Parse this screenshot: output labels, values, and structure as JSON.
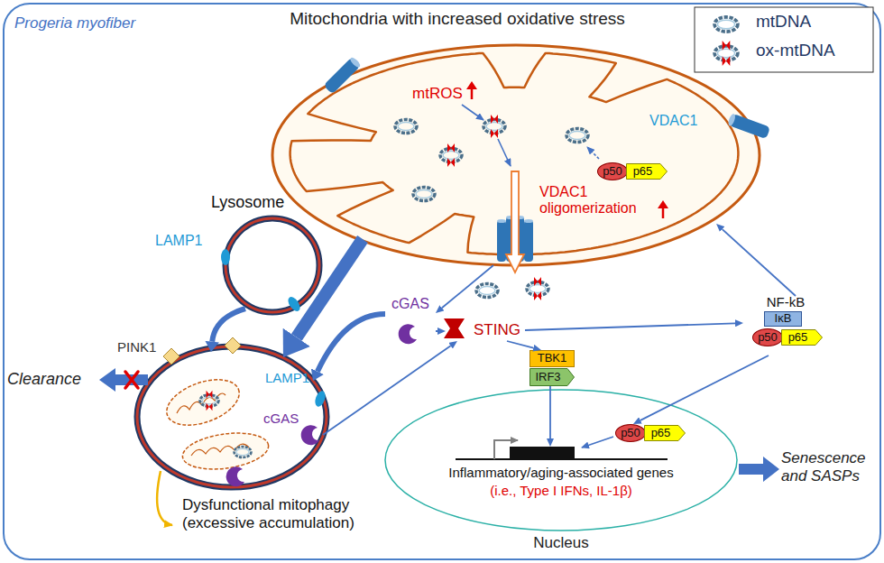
{
  "diagram": {
    "nodes": [
      {
        "text": [
          "Progeria myofiber"
        ]
      },
      {
        "text": [
          "Mitochondria with increased oxidative stress",
          "mtROS"
        ],
        "in": 0
      },
      {
        "text": [
          "p50"
        ],
        "in": 1
      },
      {
        "text": [
          "p65"
        ],
        "in": 1
      },
      {
        "text": [
          "Lysosome"
        ],
        "in": 0
      },
      {
        "text": [
          "cGAS"
        ],
        "in": 0
      },
      {
        "text": [
          "STING"
        ],
        "in": 0
      },
      {
        "text": [
          "NF-kB"
        ],
        "in": 0
      },
      {
        "text": [
          "IκB"
        ],
        "in": 7
      },
      {
        "text": [
          "p50"
        ],
        "in": 7
      },
      {
        "text": [
          "p65"
        ],
        "in": 7
      },
      {
        "text": [
          "TBK1"
        ],
        "in": 0
      },
      {
        "text": [
          "IRF3"
        ],
        "in": 0
      },
      {
        "text": [
          "Dysfunctional mitophagy (excessive accumulation)"
        ],
        "in": 0
      },
      {
        "text": [
          "Nucleus",
          "Inflammatory/aging-associated genes",
          "(i.e., Type I IFNs, IL-1β)"
        ],
        "in": 0
      },
      {
        "text": [
          "p50"
        ],
        "in": 14
      },
      {
        "text": [
          "p65"
        ],
        "in": 14
      }
    ],
    "edges": [
      {
        "from": 1,
        "to": 13,
        "arrow": "to"
      },
      {
        "from": 4,
        "to": 13,
        "arrow": "to"
      },
      {
        "from": 5,
        "to": 13,
        "arrow": "to"
      },
      {
        "from": 1,
        "to": 5,
        "arrow": "to"
      },
      {
        "from": 5,
        "to": 6,
        "arrow": "to"
      },
      {
        "from": 13,
        "to": 6,
        "arrow": "to"
      },
      {
        "from": 6,
        "to": 7,
        "arrow": "to"
      },
      {
        "from": 6,
        "to": 11,
        "arrow": "to"
      },
      {
        "from": 12,
        "to": 14,
        "arrow": "to"
      },
      {
        "from": 7,
        "to": 15,
        "arrow": "to"
      },
      {
        "from": 7,
        "to": 1,
        "arrow": "to"
      }
    ],
    "labels": [
      "VDAC1",
      "VDAC1 oligomerization",
      "LAMP1",
      "PINK1",
      "LAMP1",
      "cGAS",
      "Clearance",
      "Senescence and SASPs"
    ],
    "legend": [
      {
        "text": "mtDNA"
      },
      {
        "text": "ox-mtDNA"
      }
    ]
  }
}
